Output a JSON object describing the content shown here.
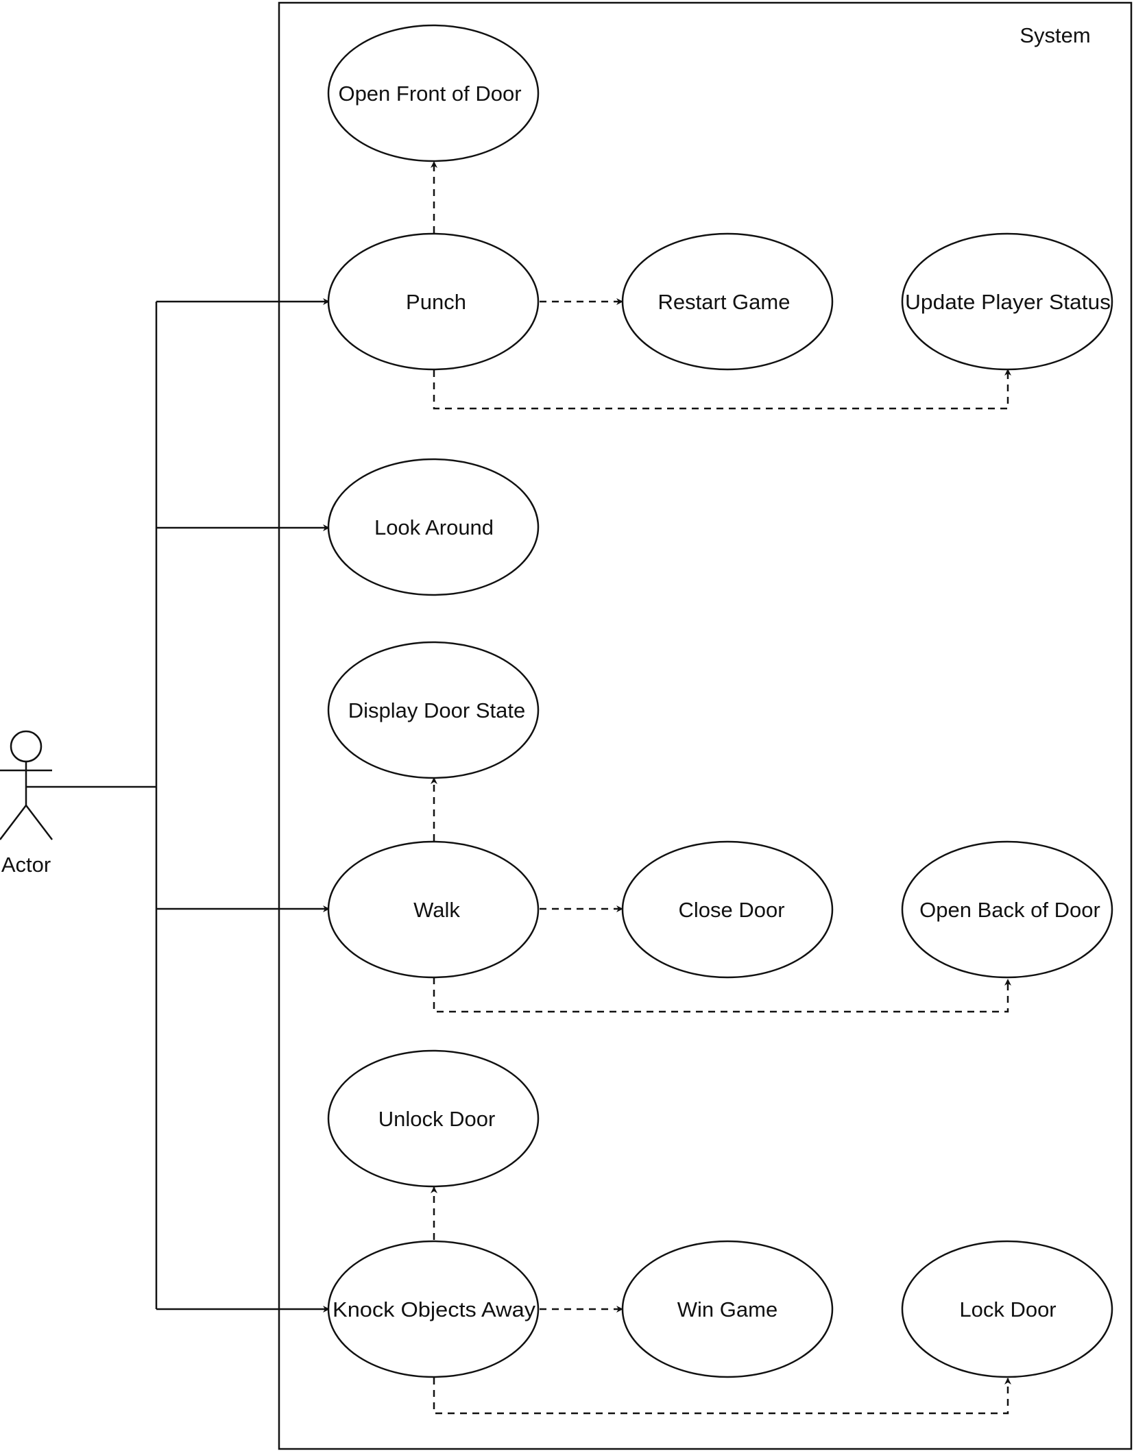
{
  "system": {
    "label": "System"
  },
  "actor": {
    "label": "Actor"
  },
  "use_cases": {
    "open_front_door": "Open Front of Door",
    "punch": "Punch",
    "restart_game": "Restart Game",
    "update_player_status": "Update Player Status",
    "look_around": "Look Around",
    "display_door_state": "Display Door State",
    "walk": "Walk",
    "close_door": "Close Door",
    "open_back_door": "Open Back of Door",
    "unlock_door": "Unlock Door",
    "knock_objects_away": "Knock Objects Away",
    "win_game": "Win Game",
    "lock_door": "Lock Door"
  },
  "associations": [
    {
      "from": "Actor",
      "to": "Punch",
      "style": "solid"
    },
    {
      "from": "Actor",
      "to": "Look Around",
      "style": "solid"
    },
    {
      "from": "Actor",
      "to": "Walk",
      "style": "solid"
    },
    {
      "from": "Actor",
      "to": "Knock Objects Away",
      "style": "solid"
    },
    {
      "from": "Punch",
      "to": "Open Front of Door",
      "style": "dashed"
    },
    {
      "from": "Punch",
      "to": "Restart Game",
      "style": "dashed"
    },
    {
      "from": "Punch",
      "to": "Update Player Status",
      "style": "dashed"
    },
    {
      "from": "Walk",
      "to": "Display Door State",
      "style": "dashed"
    },
    {
      "from": "Walk",
      "to": "Close Door",
      "style": "dashed"
    },
    {
      "from": "Walk",
      "to": "Open Back of Door",
      "style": "dashed"
    },
    {
      "from": "Knock Objects Away",
      "to": "Unlock Door",
      "style": "dashed"
    },
    {
      "from": "Knock Objects Away",
      "to": "Win Game",
      "style": "dashed"
    },
    {
      "from": "Knock Objects Away",
      "to": "Lock Door",
      "style": "dashed"
    }
  ]
}
